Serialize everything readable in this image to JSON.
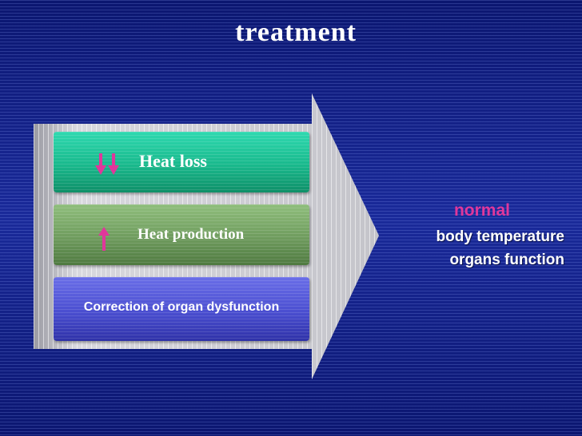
{
  "slide": {
    "title": "treatment"
  },
  "steps": [
    {
      "label": "Heat loss",
      "indicator": "double-down-arrow-icon",
      "color": "#19b98c"
    },
    {
      "label": "Heat production",
      "indicator": "up-arrow-icon",
      "color": "#6f9c5e"
    },
    {
      "label": "Correction of organ dysfunction",
      "color": "#4a4ed0"
    }
  ],
  "outcome": {
    "highlight": "normal",
    "line1": "body temperature",
    "line2": "organs function"
  },
  "colors": {
    "background": "#0a1060",
    "indicator_arrow": "#e0379b",
    "highlight_text": "#e0379b"
  }
}
